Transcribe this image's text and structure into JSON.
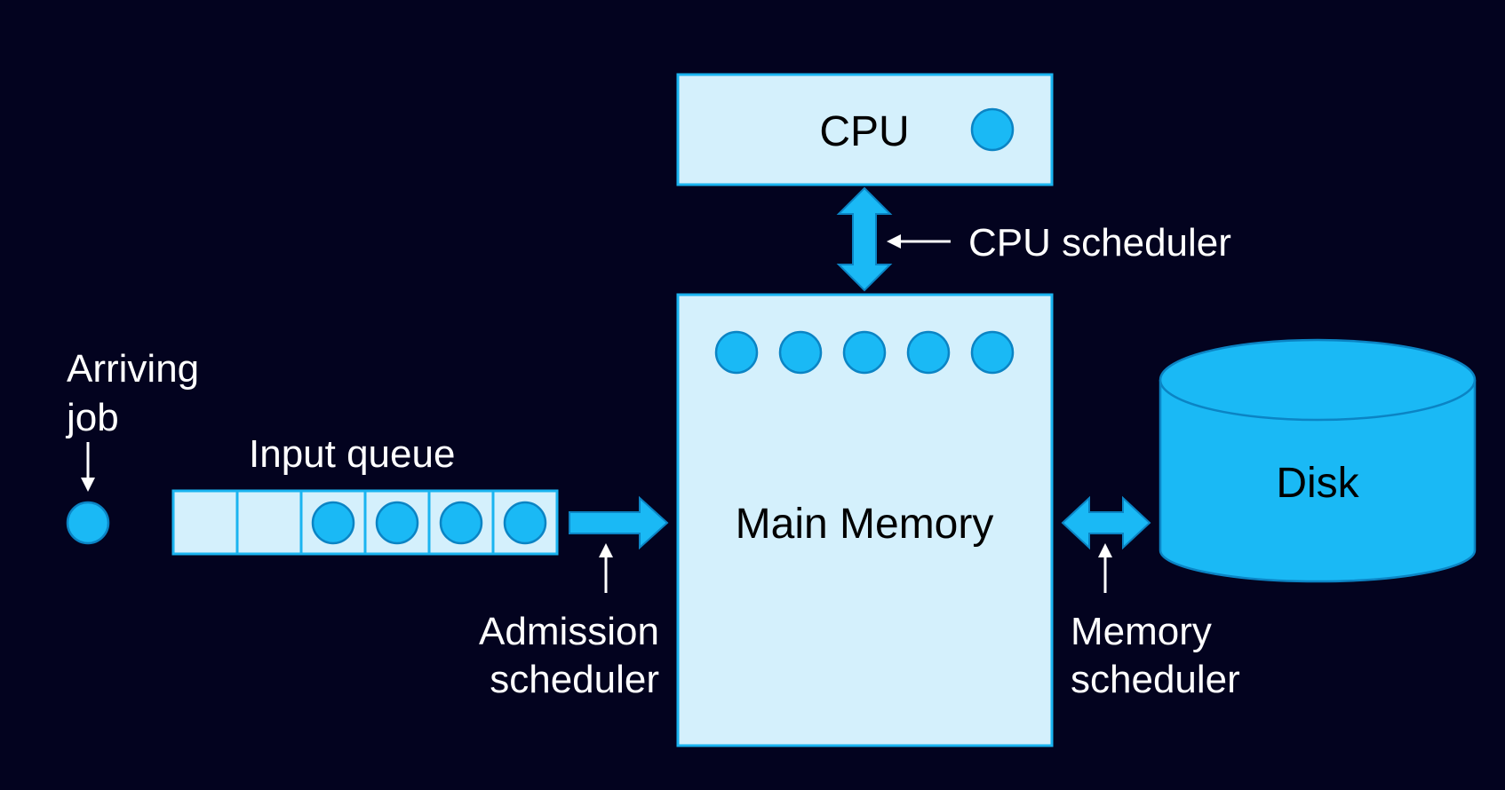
{
  "labels": {
    "cpu": "CPU",
    "cpu_scheduler": "CPU scheduler",
    "arriving_job_line1": "Arriving",
    "arriving_job_line2": "job",
    "input_queue": "Input queue",
    "main_memory": "Main Memory",
    "disk": "Disk",
    "admission_scheduler_line1": "Admission",
    "admission_scheduler_line2": "scheduler",
    "memory_scheduler_line1": "Memory",
    "memory_scheduler_line2": "scheduler"
  },
  "colors": {
    "background": "#03031f",
    "box_fill": "#d4f0fc",
    "box_stroke": "#1ab4f0",
    "job_fill": "#1ab9f5",
    "job_stroke": "#0b84c4",
    "text_light": "#ffffff",
    "text_dark": "#000000"
  },
  "input_queue": {
    "slots": 6,
    "occupied": 4
  },
  "memory_jobs": 5,
  "cpu_jobs": 1
}
